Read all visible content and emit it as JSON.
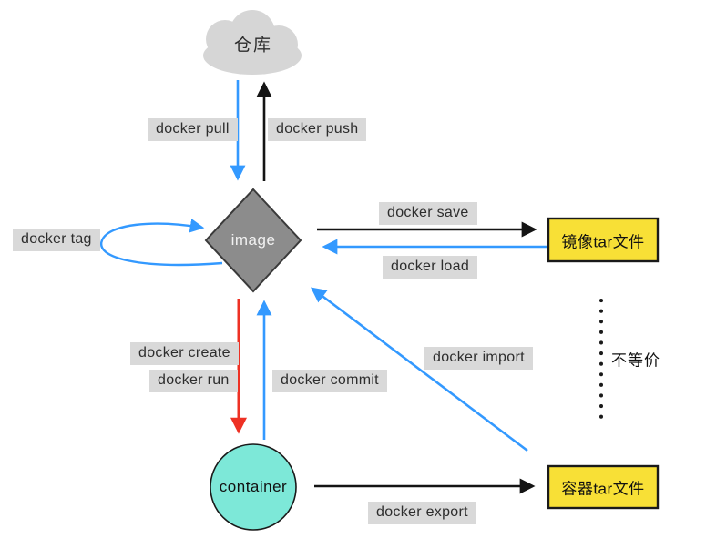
{
  "diagram": {
    "title": "docker image lifecycle diagram",
    "colors": {
      "blue_arrow": "#3399ff",
      "red_arrow": "#ee3124",
      "black_arrow": "#141414",
      "label_bg": "#d9d9d9",
      "cloud_fill": "#d6d6d6",
      "diamond_fill": "#8c8c8c",
      "diamond_stroke": "#3a3a3a",
      "circle_fill": "#7de8d8",
      "yellow_fill": "#f8e036",
      "box_stroke": "#1a1a1a"
    },
    "nodes": {
      "repository": {
        "label": "仓库",
        "shape": "cloud"
      },
      "image": {
        "label": "image",
        "shape": "diamond"
      },
      "container": {
        "label": "container",
        "shape": "circle"
      },
      "image_tar": {
        "label": "镜像tar文件",
        "shape": "rect"
      },
      "container_tar": {
        "label": "容器tar文件",
        "shape": "rect"
      }
    },
    "edges": {
      "pull": {
        "label": "docker pull",
        "from": "repository",
        "to": "image",
        "color": "blue"
      },
      "push": {
        "label": "docker push",
        "from": "image",
        "to": "repository",
        "color": "black"
      },
      "save": {
        "label": "docker save",
        "from": "image",
        "to": "image_tar",
        "color": "black"
      },
      "load": {
        "label": "docker load",
        "from": "image_tar",
        "to": "image",
        "color": "blue"
      },
      "tag": {
        "label": "docker tag",
        "from": "image",
        "to": "image",
        "color": "blue"
      },
      "create": {
        "label": "docker create",
        "from": "image",
        "to": "container",
        "color": "red"
      },
      "run": {
        "label": "docker run",
        "from": "image",
        "to": "container",
        "color": "red"
      },
      "commit": {
        "label": "docker commit",
        "from": "container",
        "to": "image",
        "color": "blue"
      },
      "import": {
        "label": "docker import",
        "from": "container_tar",
        "to": "image",
        "color": "blue"
      },
      "export": {
        "label": "docker export",
        "from": "container",
        "to": "container_tar",
        "color": "black"
      }
    },
    "annotations": {
      "not_equivalent": "不等价"
    }
  }
}
